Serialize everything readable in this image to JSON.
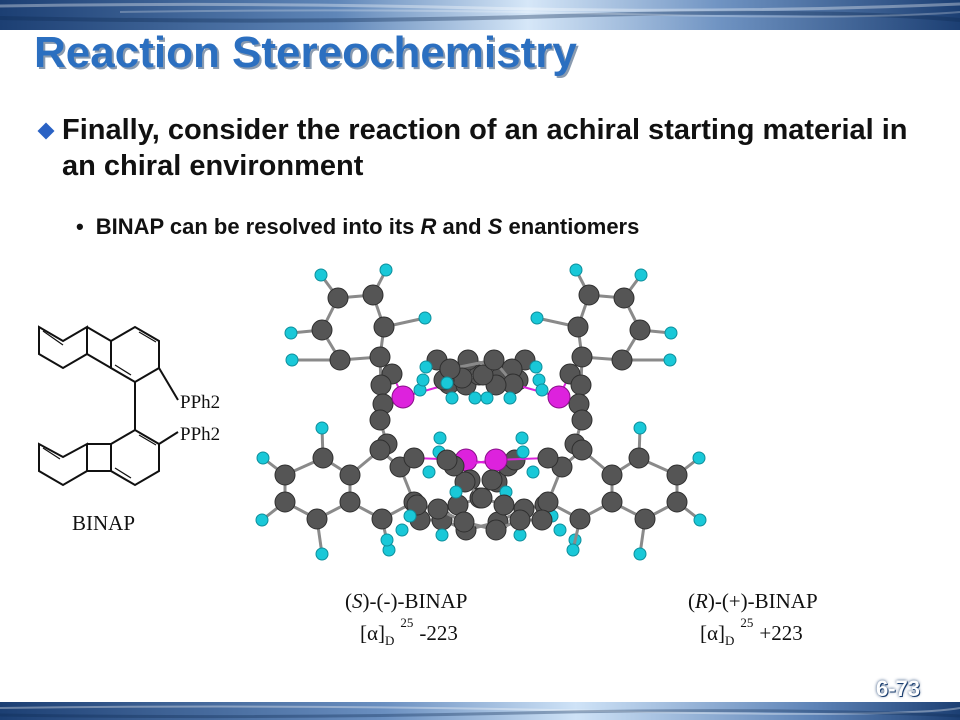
{
  "slide": {
    "title": "Reaction Stereochemistry",
    "bullet1": "Finally, consider the reaction of an achiral starting material in an chiral environment",
    "bullet2": {
      "dot": "•",
      "pre": "BINAP can be resolved into its ",
      "r": "R",
      "mid": " and ",
      "s": "S",
      "post": " enantiomers"
    },
    "page_number": "6-73"
  },
  "structure": {
    "pph2_top": "PPh2",
    "pph2_bottom": "PPh2",
    "name": "BINAP"
  },
  "models": {
    "left": {
      "paren_open": "(",
      "config": "S",
      "rest": ")-(-)-BINAP",
      "rotation_prefix": "[α]",
      "rotation_sub": "D",
      "rotation_sup": "25",
      "rotation_value": "-223"
    },
    "right": {
      "paren_open": "(",
      "config": "R",
      "rest": ")-(+)-BINAP",
      "rotation_prefix": "[α]",
      "rotation_sub": "D",
      "rotation_sup": "25",
      "rotation_value": "+223"
    }
  },
  "colors": {
    "title": "#2b6fc0",
    "bullet_marker": "#2a62c4",
    "carbon": "#555555",
    "hydrogen": "#19c8d8",
    "phosphorus": "#dd22dd",
    "bar_dark": "#1c3f73",
    "bar_light": "#cfe3f7"
  }
}
